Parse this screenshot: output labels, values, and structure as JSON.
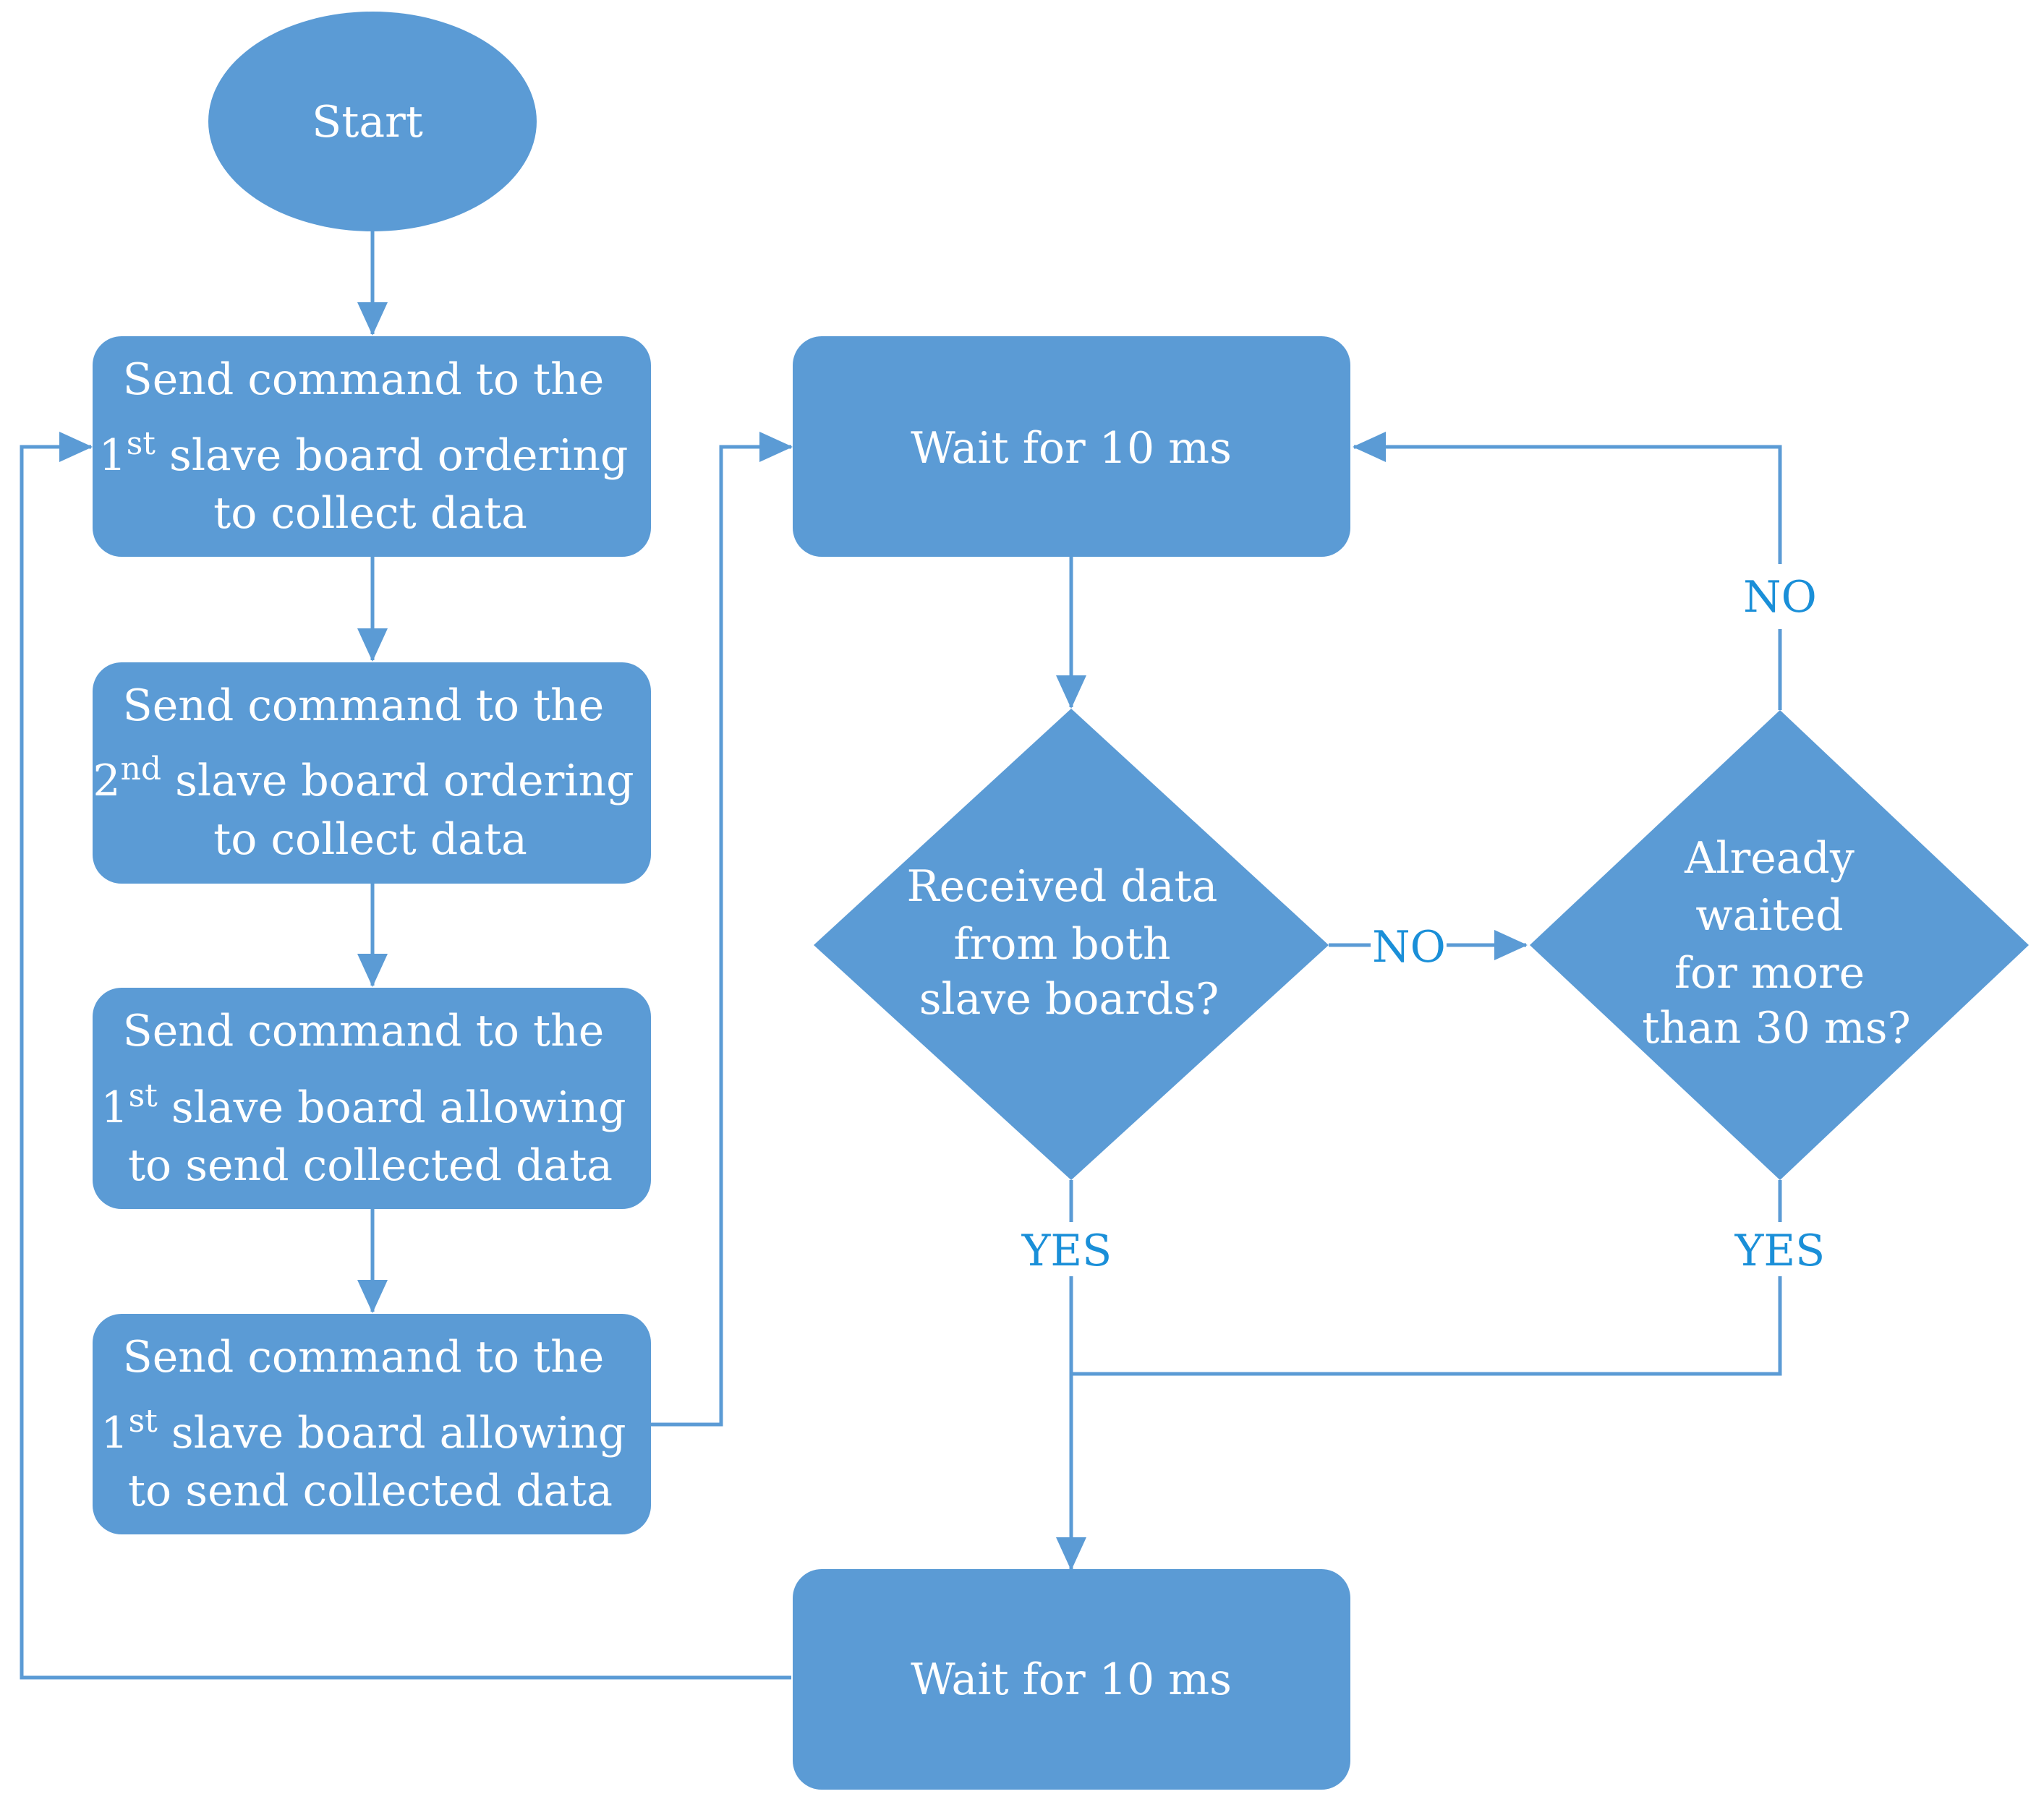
{
  "nodes": {
    "start": {
      "label": "Start"
    },
    "step1": {
      "line1": "Send command to the",
      "line2_prefix": "1",
      "line2_sup": "st",
      "line2_rest": " slave board ordering",
      "line3": "to collect data"
    },
    "step2": {
      "line1": "Send command to the",
      "line2_prefix": "2",
      "line2_sup": "nd",
      "line2_rest": " slave board ordering",
      "line3": "to collect data"
    },
    "step3": {
      "line1": "Send command to the",
      "line2_prefix": "1",
      "line2_sup": "st",
      "line2_rest": " slave board allowing",
      "line3": "to send collected data"
    },
    "step4": {
      "line1": "Send command to the",
      "line2_prefix": "1",
      "line2_sup": "st",
      "line2_rest": " slave board allowing",
      "line3": "to send collected data"
    },
    "wait_top": {
      "label": "Wait for 10 ms"
    },
    "wait_bottom": {
      "label": "Wait for 10 ms"
    },
    "decision_received": {
      "lines": [
        "Received data",
        "from both",
        "slave boards?"
      ]
    },
    "decision_waited": {
      "lines": [
        "Already",
        "waited",
        "for more",
        "than 30 ms?"
      ]
    }
  },
  "edge_labels": {
    "received_no": "NO",
    "waited_no": "NO",
    "received_yes": "YES",
    "waited_yes": "YES"
  },
  "colors": {
    "node_fill": "#5b9bd5",
    "edge_stroke": "#5b9bd5",
    "label_text": "#1a8fd8",
    "node_text": "#ffffff"
  }
}
